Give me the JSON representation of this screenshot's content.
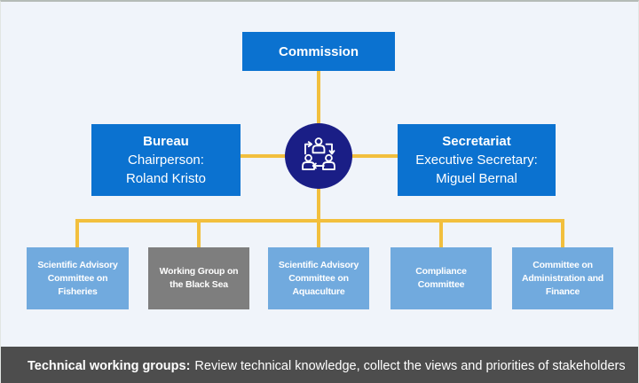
{
  "colors": {
    "background": "#f0f4fa",
    "primary_blue": "#0b72d0",
    "light_blue": "#71aade",
    "gray_box": "#7e7e7e",
    "navy_circle": "#1a1e86",
    "connector_yellow": "#f2bf3d",
    "footer_bar": "#4d4d4d",
    "text": "#ffffff"
  },
  "org": {
    "commission": {
      "label": "Commission"
    },
    "bureau": {
      "title": "Bureau",
      "role": "Chairperson:",
      "name": "Roland Kristo"
    },
    "secretariat": {
      "title": "Secretariat",
      "role": "Executive Secretary:",
      "name": "Miguel Bernal"
    },
    "center_icon": "people-exchange-icon",
    "committees": [
      {
        "label": "Scientific Advisory Committee on Fisheries",
        "variant": "light-blue"
      },
      {
        "label": "Working Group on the Black Sea",
        "variant": "gray"
      },
      {
        "label": "Scientific Advisory Committee on Aquaculture",
        "variant": "light-blue"
      },
      {
        "label": "Compliance Committee",
        "variant": "light-blue"
      },
      {
        "label": "Committee on Administration and Finance",
        "variant": "light-blue"
      }
    ]
  },
  "footer": {
    "bold_label": "Technical working groups:",
    "text": "Review technical knowledge, collect the views and priorities of stakeholders"
  }
}
